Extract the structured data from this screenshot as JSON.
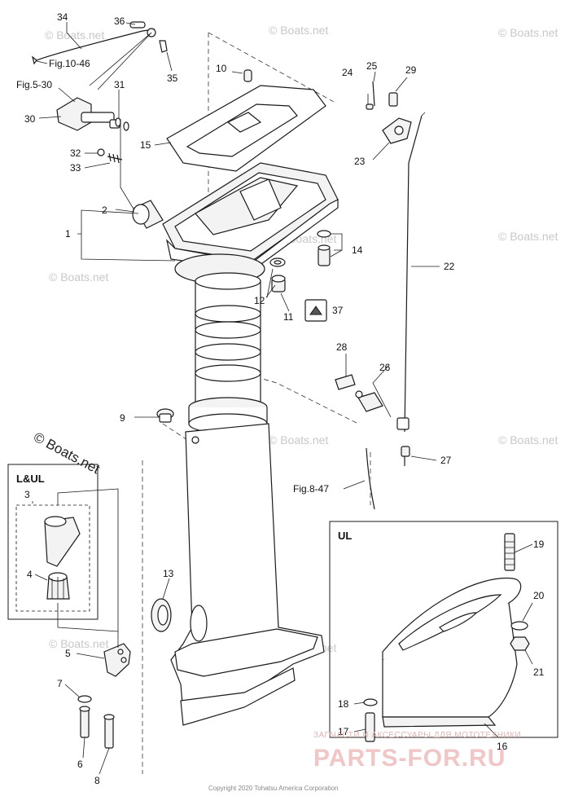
{
  "callouts": {
    "c1": "1",
    "c2": "2",
    "c3": "3",
    "c4": "4",
    "c5": "5",
    "c6": "6",
    "c7": "7",
    "c8": "8",
    "c9": "9",
    "c10": "10",
    "c11": "11",
    "c12": "12",
    "c13": "13",
    "c14": "14",
    "c15": "15",
    "c16": "16",
    "c17": "17",
    "c18": "18",
    "c19": "19",
    "c20": "20",
    "c21": "21",
    "c22": "22",
    "c23": "23",
    "c24": "24",
    "c25": "25",
    "c26": "26",
    "c27": "27",
    "c28": "28",
    "c29": "29",
    "c30": "30",
    "c31": "31",
    "c32": "32",
    "c33": "33",
    "c34": "34",
    "c35": "35",
    "c36": "36",
    "c37": "37"
  },
  "references": {
    "fig_10_46": "Fig.10-46",
    "fig_5_30": "Fig.5-30",
    "fig_8_47": "Fig.8-47"
  },
  "insets": {
    "lul_title": "L&UL",
    "ul_title": "UL"
  },
  "watermarks": {
    "boats_net": "© Boats.net",
    "brand_subtitle": "ЗАПЧАСТИ И АКСЕССУАРЫ ДЛЯ МОТОТЕХНИКИ",
    "brand_name": "PARTS-FOR.RU"
  },
  "copyright": "Copyright 2020 Tohatsu America Corporation"
}
